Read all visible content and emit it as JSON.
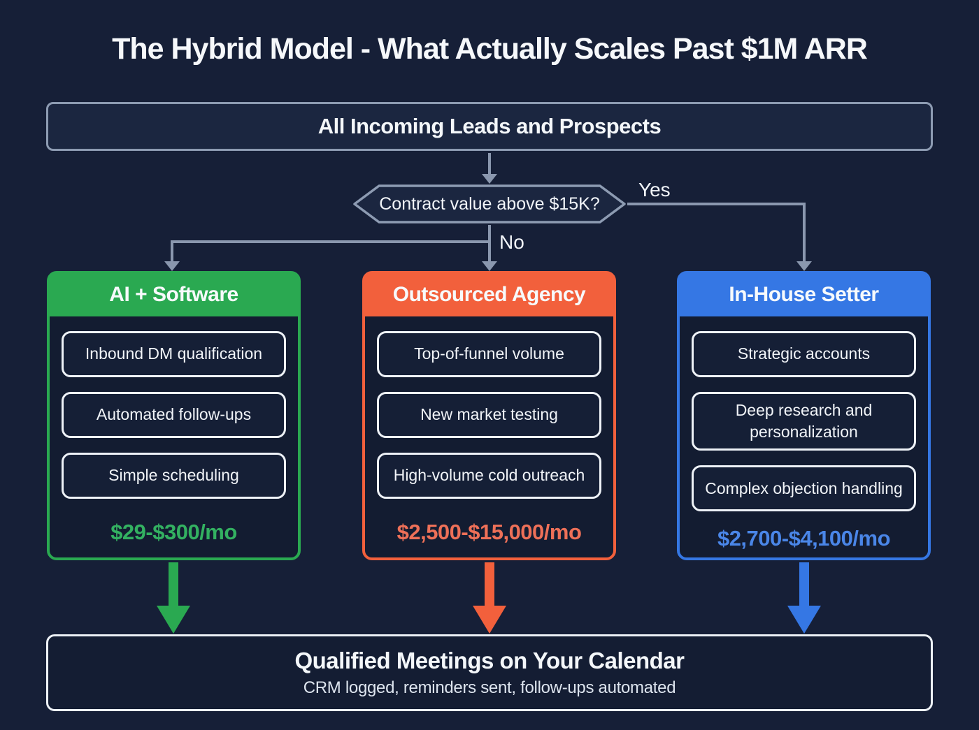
{
  "title": "The Hybrid Model - What Actually Scales Past $1M ARR",
  "top_box": {
    "label": "All Incoming Leads and Prospects"
  },
  "decision": {
    "label": "Contract value above $15K?",
    "yes_label": "Yes",
    "no_label": "No"
  },
  "columns": [
    {
      "id": "ai-software",
      "title": "AI + Software",
      "accent_color": "#2aa951",
      "price_color": "#33b161",
      "items": [
        "Inbound DM qualification",
        "Automated follow-ups",
        "Simple scheduling"
      ],
      "price": "$29-$300/mo"
    },
    {
      "id": "outsourced-agency",
      "title": "Outsourced Agency",
      "accent_color": "#f2603c",
      "price_color": "#ee7058",
      "items": [
        "Top-of-funnel volume",
        "New market testing",
        "High-volume cold outreach"
      ],
      "price": "$2,500-$15,000/mo"
    },
    {
      "id": "in-house-setter",
      "title": "In-House Setter",
      "accent_color": "#3577e4",
      "price_color": "#4a86e8",
      "items": [
        "Strategic accounts",
        "Deep research and personalization",
        "Complex objection handling"
      ],
      "price": "$2,700-$4,100/mo"
    }
  ],
  "bottom_box": {
    "title": "Qualified Meetings on Your Calendar",
    "subtitle": "CRM logged, reminders sent, follow-ups automated"
  },
  "colors": {
    "background": "#161f37",
    "connector_line": "#8a97ae",
    "node_border": "#8d9bb2",
    "result_box_border": "#edf1f6"
  }
}
